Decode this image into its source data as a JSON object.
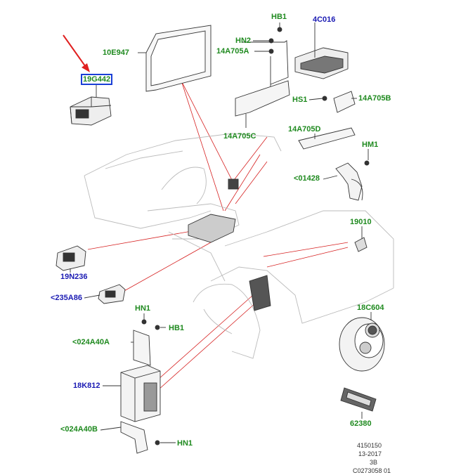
{
  "diagram": {
    "selected_part": "19G442",
    "colors": {
      "part_label": "#1f8a1f",
      "link_label": "#1a1ab3",
      "callout_lines": "#d62020",
      "selection_box": "#1a3fd6",
      "pointer_arrow": "#e02020",
      "line_art": "#333333"
    },
    "labels": [
      {
        "id": "19G442",
        "text": "19G442",
        "kind": "part",
        "selected": true
      },
      {
        "id": "10E947",
        "text": "10E947",
        "kind": "part"
      },
      {
        "id": "HB1_top",
        "text": "HB1",
        "kind": "part"
      },
      {
        "id": "HN2",
        "text": "HN2",
        "kind": "part"
      },
      {
        "id": "4C016",
        "text": "4C016",
        "kind": "link"
      },
      {
        "id": "14A705A",
        "text": "14A705A",
        "kind": "part"
      },
      {
        "id": "HS1",
        "text": "HS1",
        "kind": "part"
      },
      {
        "id": "14A705B",
        "text": "14A705B",
        "kind": "part"
      },
      {
        "id": "14A705C",
        "text": "14A705C",
        "kind": "part"
      },
      {
        "id": "14A705D",
        "text": "14A705D",
        "kind": "part"
      },
      {
        "id": "HM1",
        "text": "HM1",
        "kind": "part"
      },
      {
        "id": "01428",
        "text": "<01428",
        "kind": "part"
      },
      {
        "id": "19010",
        "text": "19010",
        "kind": "part"
      },
      {
        "id": "19N236",
        "text": "19N236",
        "kind": "link"
      },
      {
        "id": "235A86",
        "text": "<235A86",
        "kind": "link"
      },
      {
        "id": "HN1_mid",
        "text": "HN1",
        "kind": "part"
      },
      {
        "id": "HB1_mid",
        "text": "HB1",
        "kind": "part"
      },
      {
        "id": "024A40A",
        "text": "<024A40A",
        "kind": "part"
      },
      {
        "id": "18C604",
        "text": "18C604",
        "kind": "part"
      },
      {
        "id": "18K812",
        "text": "18K812",
        "kind": "link"
      },
      {
        "id": "024A40B",
        "text": "<024A40B",
        "kind": "part"
      },
      {
        "id": "HN1_bot",
        "text": "HN1",
        "kind": "part"
      },
      {
        "id": "62380",
        "text": "62380",
        "kind": "part"
      }
    ],
    "footer": {
      "line1": "4150150",
      "line2": "13-2017",
      "line3": "3B",
      "line4": "C0273058 01"
    }
  }
}
